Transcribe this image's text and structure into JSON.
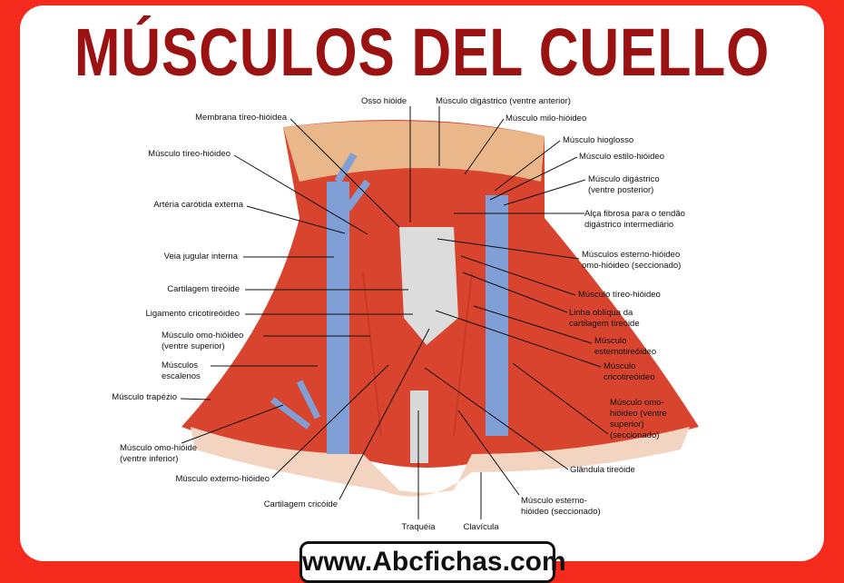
{
  "title": "MÚSCULOS DEL CUELLO",
  "website": "www.Abcfichas.com",
  "colors": {
    "background": "#f42a1c",
    "title": "#9a1212",
    "muscle": "#d9442f",
    "vein": "#7f9fd6",
    "bone": "#e9b78a"
  },
  "labels": [
    "Membrana tíreo-hióidea",
    "Músculo tíreo-hióideo",
    "Artéria carótida externa",
    "Veia jugular interna",
    "Cartilagem tireóide",
    "Ligamento cricotireóideo",
    "Músculo omo-hióideo\n(ventre superior)",
    "Músculos\nescalenos",
    "Músculo trapézio",
    "Músculo omo-hióide\n(ventre inferior)",
    "Músculo externo-hióideo",
    "Cartilagem cricóide",
    "Traquéia",
    "Clavícula",
    "Músculo esterno-\nhióideo (seccionado)",
    "Glândula tireóide",
    "Músculo omo-\nhióideo (ventre\nsuperior)\n(seccionado)",
    "Músculo\ncricotireóideo",
    "Músculo\nesternotireóideo",
    "Linha oblíqua da\ncartilagem tireóide",
    "Músculo tíreo-hióideo",
    "Músculos esterno-hióideo\nomo-hióideo (seccionado)",
    "Alça fibrosa para o tendão\ndigástrico intermediário",
    "Músculo digástrico\n(ventre posterior)",
    "Músculo estilo-hióideo",
    "Músculo hioglosso",
    "Músculo milo-hióideo",
    "Músculo digástrico (ventre anterior)",
    "Osso hióide"
  ]
}
